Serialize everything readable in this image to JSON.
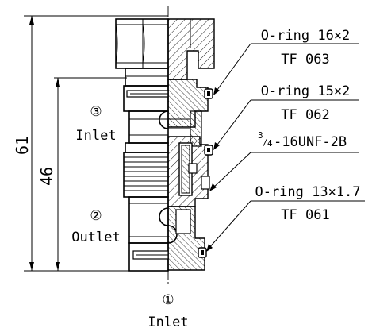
{
  "dimensions": {
    "overall": "61",
    "inner": "46"
  },
  "ports": {
    "port3": {
      "number": "③",
      "name": "Inlet"
    },
    "port2": {
      "number": "②",
      "name": "Outlet"
    },
    "port1": {
      "number": "①",
      "name": "Inlet"
    }
  },
  "callouts": {
    "oring_top": {
      "title": "O-ring 16×2",
      "code": "TF 063"
    },
    "oring_mid": {
      "title": "O-ring 15×2",
      "code": "TF 062"
    },
    "thread": {
      "title": "-16UNF-2B",
      "fraction_num": "3",
      "fraction_den": "4"
    },
    "oring_bottom": {
      "title": "O-ring 13×1.7",
      "code": "TF 061"
    }
  },
  "colors": {
    "line": "#000000",
    "background": "#ffffff"
  }
}
